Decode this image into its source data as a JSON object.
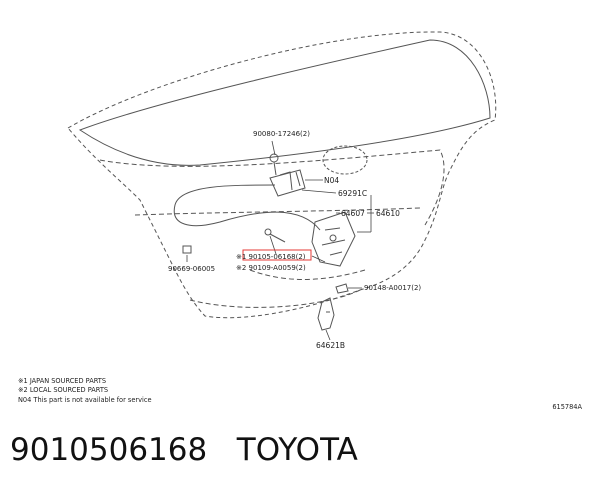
{
  "diagram": {
    "labels": {
      "p1": "90080-17246(2)",
      "p2": "N04",
      "p3": "69291C",
      "p4": "64607",
      "p5": "64610",
      "p6": "90669-06005",
      "p7": "※1 90105-06168(2)",
      "p8": "※2 90109-A0059(2)",
      "p9": "90148-A0017(2)",
      "p10": "64621B"
    },
    "notes": [
      "※1 JAPAN SOURCED PARTS",
      "※2 LOCAL SOURCED PARTS",
      "N04  This part is not available for service"
    ],
    "code": "615784A"
  },
  "footer": {
    "text": "9010506168   TOYOTA"
  },
  "colors": {
    "highlight": "#e53935",
    "line": "#555555"
  }
}
